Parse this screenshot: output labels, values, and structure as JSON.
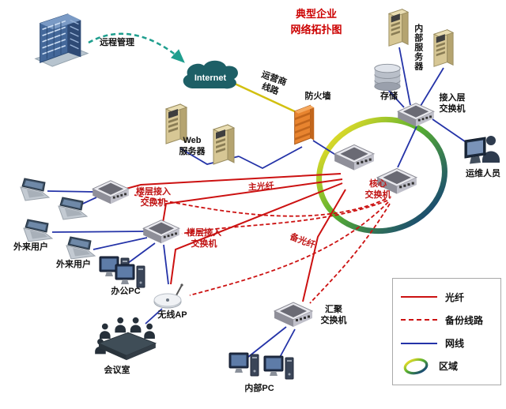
{
  "title": "典型企业\n网络拓扑图",
  "nodes": {
    "remote_mgmt": "远程管理",
    "internet": "Internet",
    "carrier_line": "运营商\n线路",
    "firewall": "防火墙",
    "web_server": "Web\n服务器",
    "internal_server": "内部服务器",
    "storage": "存储",
    "access_switch": "接入层\n交换机",
    "ops_staff": "运维人员",
    "core_switch": "核心\n交换机",
    "floor_switch_1": "楼层接入\n交换机",
    "floor_switch_2": "楼层接入\n交换机",
    "external_user_1": "外来用户",
    "external_user_2": "外来用户",
    "office_pc": "办公PC",
    "wireless_ap": "无线AP",
    "meeting_room": "会议室",
    "agg_switch": "汇聚\n交换机",
    "internal_pc": "内部PC"
  },
  "link_labels": {
    "main_fiber": "主光纤",
    "backup_fiber": "备光纤"
  },
  "legend": {
    "fiber": "光纤",
    "backup": "备份线路",
    "cable": "网线",
    "zone": "区域"
  },
  "colors": {
    "title": "#cc0000",
    "fiber": "#cc1111",
    "cable": "#2433a8",
    "carrier_link": "#d2c010",
    "remote_link": "#1f9e8e",
    "zone_ring": [
      "#f2e028",
      "#58b030",
      "#123f78"
    ]
  }
}
